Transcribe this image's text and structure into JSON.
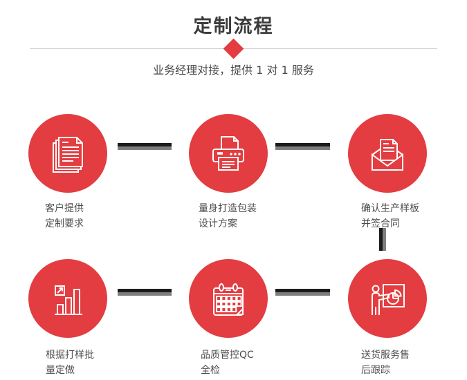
{
  "header": {
    "title": "定制流程",
    "subtitle": "业务经理对接，提供 1 对 1 服务"
  },
  "colors": {
    "accent_red": "#e33d41",
    "connector_dark": "#1b1b1b",
    "connector_gray": "#7e7e7e",
    "divider_gray": "#cccccc",
    "title_text": "#3c3c3c",
    "label_text": "#4d4d4d"
  },
  "steps": [
    {
      "icon": "documents-icon",
      "label_line1": "客户提供",
      "label_line2": "定制要求"
    },
    {
      "icon": "printer-icon",
      "label_line1": "量身打造包装",
      "label_line2": "设计方案"
    },
    {
      "icon": "envelope-letter-icon",
      "label_line1": "确认生产样板",
      "label_line2": "并签合同"
    },
    {
      "icon": "bar-chart-icon",
      "label_line1": "根据打样批",
      "label_line2": "量定做"
    },
    {
      "icon": "calendar-icon",
      "label_line1": "品质管控QC",
      "label_line2": "全检"
    },
    {
      "icon": "presentation-icon",
      "label_line1": "送货服务售",
      "label_line2": "后跟踪"
    }
  ]
}
